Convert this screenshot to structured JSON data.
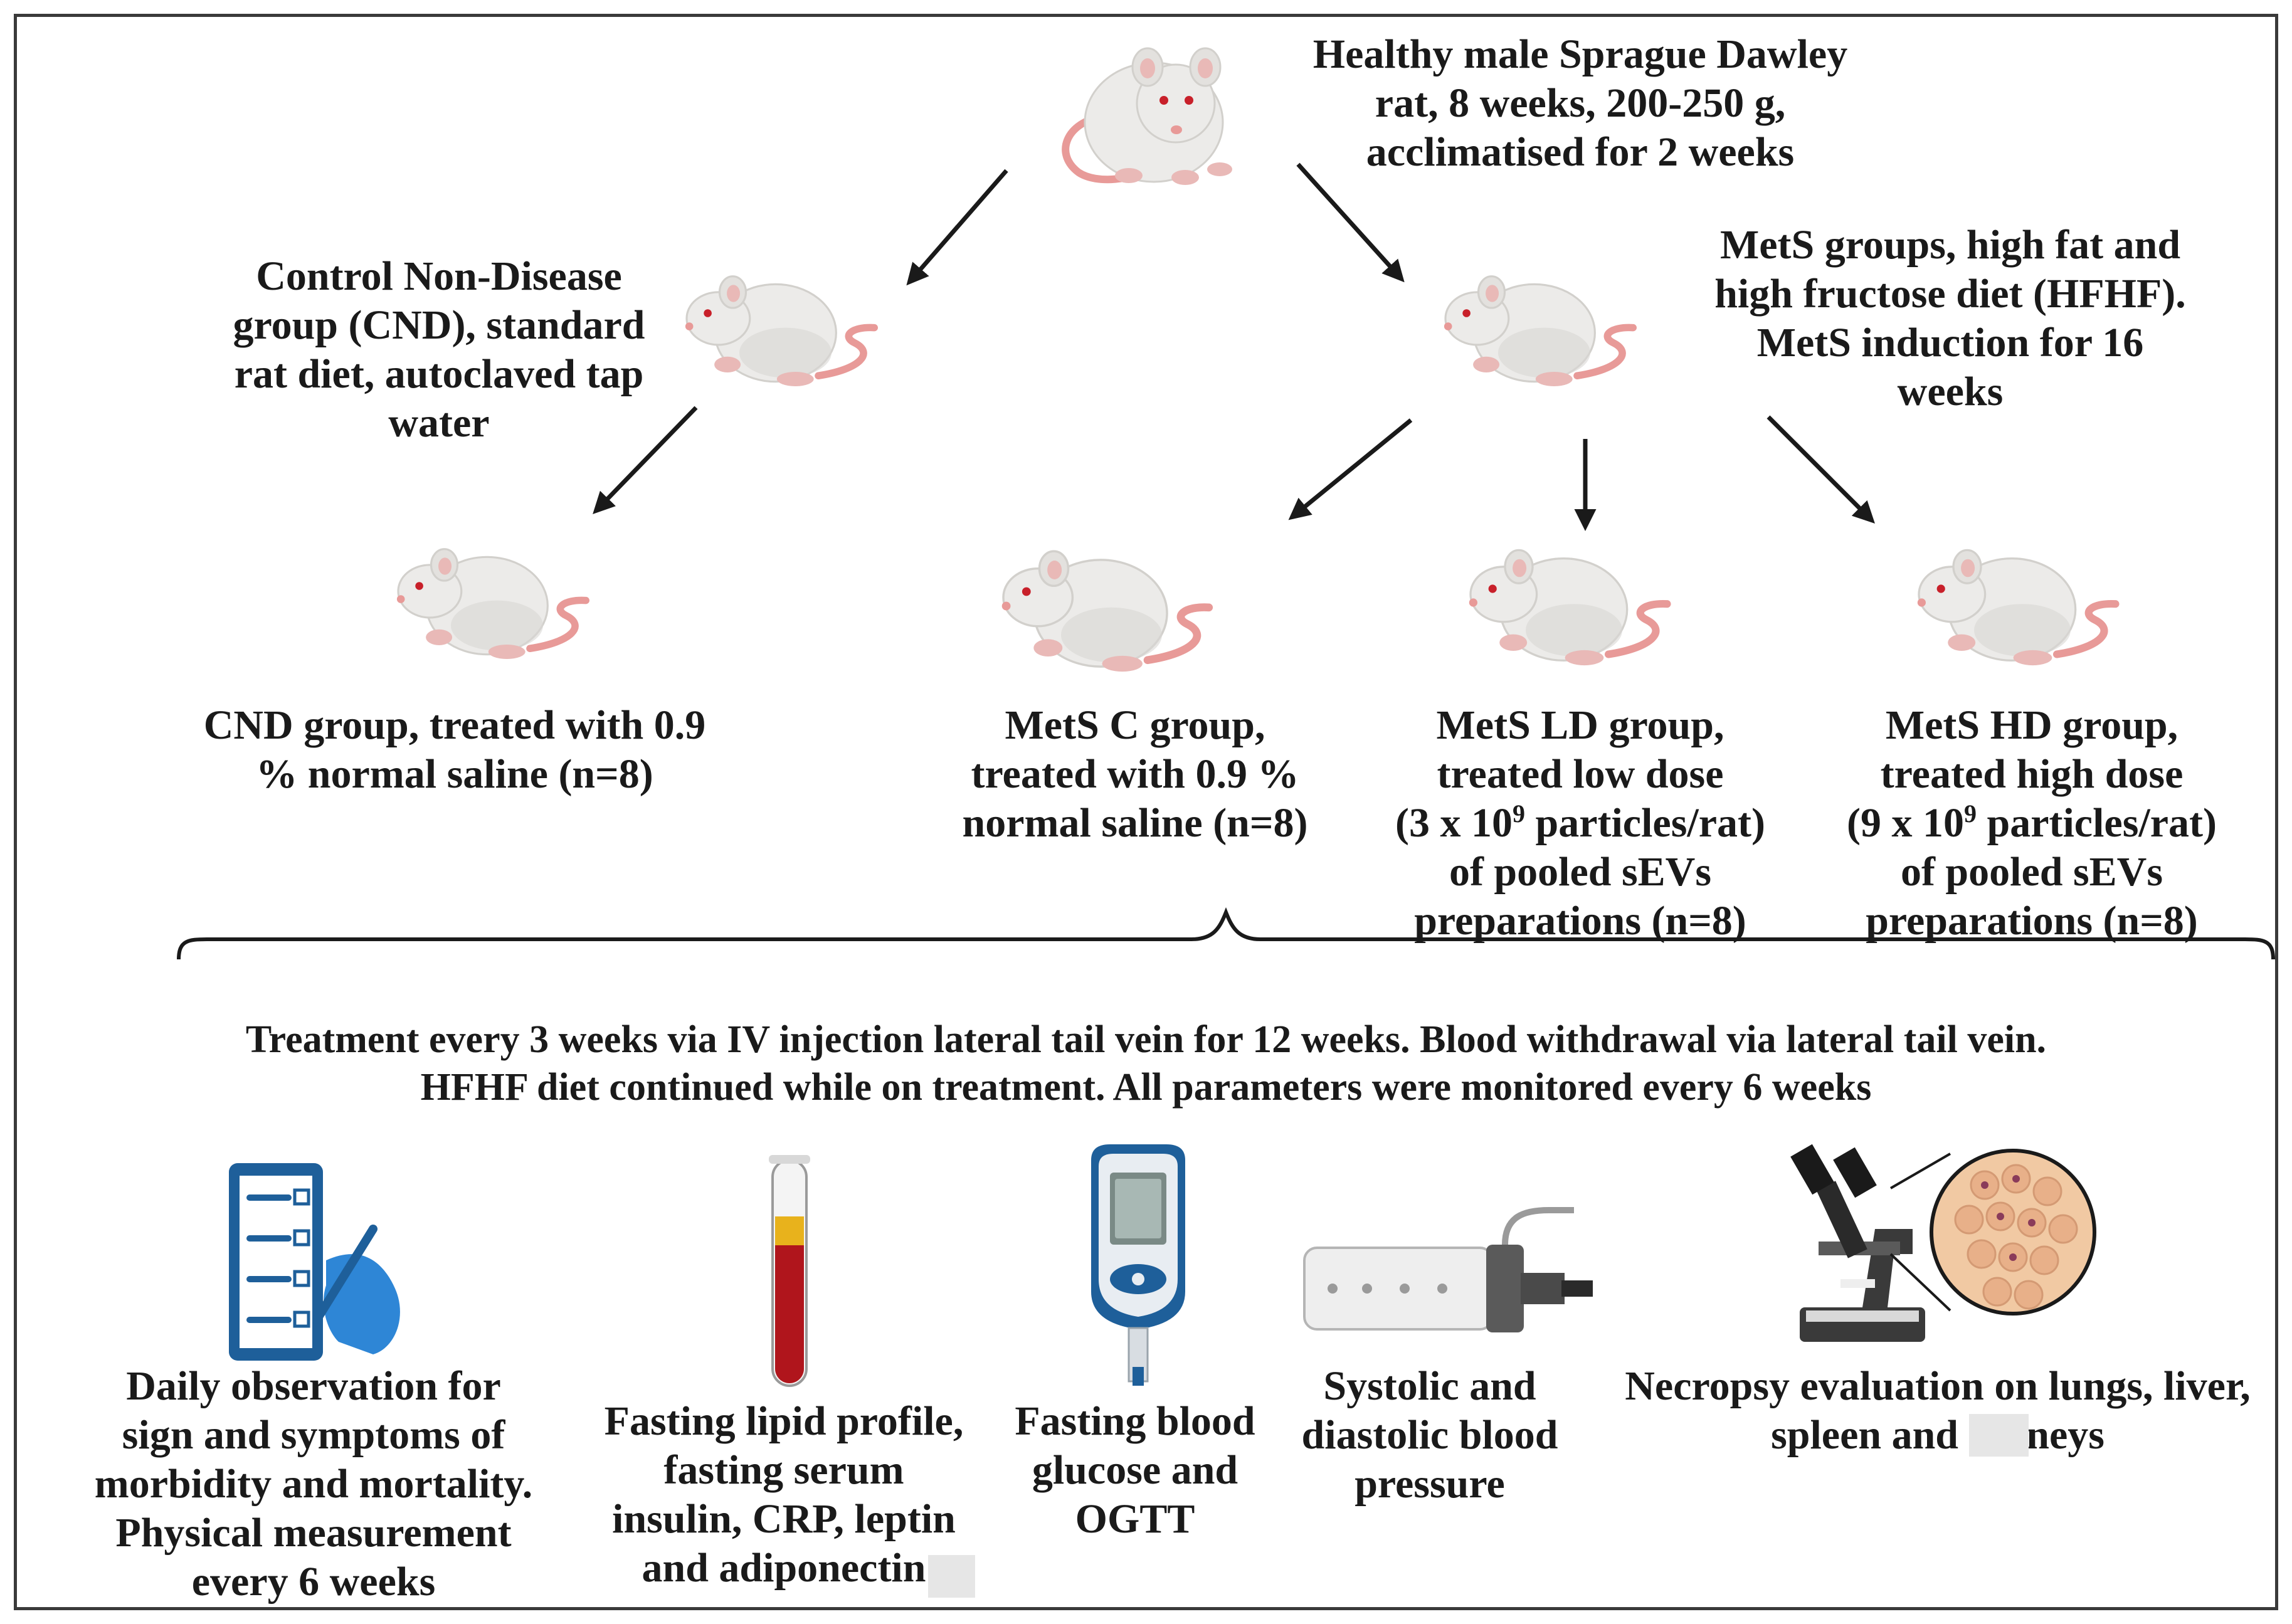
{
  "source": {
    "lines": [
      "Healthy male Sprague Dawley",
      "rat, 8 weeks, 200-250 g,",
      "acclimatised for 2 weeks"
    ]
  },
  "control": {
    "lines": [
      "Control Non-Disease",
      "group (CND), standard",
      "rat diet, autoclaved tap",
      "water"
    ]
  },
  "mets": {
    "lines": [
      "MetS groups, high fat and",
      "high fructose diet (HFHF).",
      "MetS induction for 16",
      "weeks"
    ]
  },
  "groups": {
    "cnd": {
      "lines": [
        "CND group, treated with 0.9",
        "% normal saline (n=8)"
      ]
    },
    "metsc": {
      "lines": [
        "MetS C group,",
        "treated with 0.9 %",
        "normal saline (n=8)"
      ]
    },
    "metsld": {
      "line1": "MetS LD group,",
      "line2": "treated low dose",
      "line3_pre": "(3 x 10",
      "line3_sup": "9",
      "line3_post": " particles/rat)",
      "line4": "of pooled sEVs",
      "line5": "preparations (n=8)"
    },
    "metshd": {
      "line1": "MetS HD group,",
      "line2": "treated high dose",
      "line3_pre": "(9 x 10",
      "line3_sup": "9",
      "line3_post": " particles/rat)",
      "line4": "of pooled sEVs",
      "line5": "preparations (n=8)"
    }
  },
  "treatment": {
    "lines": [
      "Treatment every 3 weeks via IV injection lateral tail vein for 12 weeks. Blood withdrawal via lateral tail vein.",
      "HFHF diet continued while on treatment. All parameters were monitored every 6 weeks"
    ]
  },
  "parameters": {
    "observation": {
      "icon": "clipboard-checklist-icon",
      "lines": [
        "Daily observation for",
        "sign and symptoms of",
        "morbidity and mortality.",
        "Physical measurement",
        "every 6 weeks"
      ]
    },
    "lipid": {
      "icon": "blood-tube-icon",
      "lines": [
        "Fasting lipid profile,",
        "fasting serum",
        "insulin, CRP, leptin",
        "and adiponectin"
      ]
    },
    "glucose": {
      "icon": "glucometer-icon",
      "lines": [
        "Fasting blood",
        "glucose and",
        "OGTT"
      ]
    },
    "pressure": {
      "icon": "tail-cuff-restrainer-icon",
      "lines": [
        "Systolic and",
        "diastolic blood",
        "pressure"
      ]
    },
    "necropsy": {
      "icon": "microscope-icon",
      "lines": [
        "Necropsy evaluation on lungs, liver,",
        "spleen and kidneys"
      ]
    }
  },
  "colors": {
    "rat_body": "#ecebe9",
    "rat_shade": "#d2d0cc",
    "rat_tail": "#e89a98",
    "rat_eye": "#c8202a",
    "arrow": "#1a1a1a",
    "icon_blue": "#1e5f9a",
    "glove_blue": "#2e86d6",
    "blood_red": "#b0151c",
    "serum_yellow": "#e8b21c"
  }
}
